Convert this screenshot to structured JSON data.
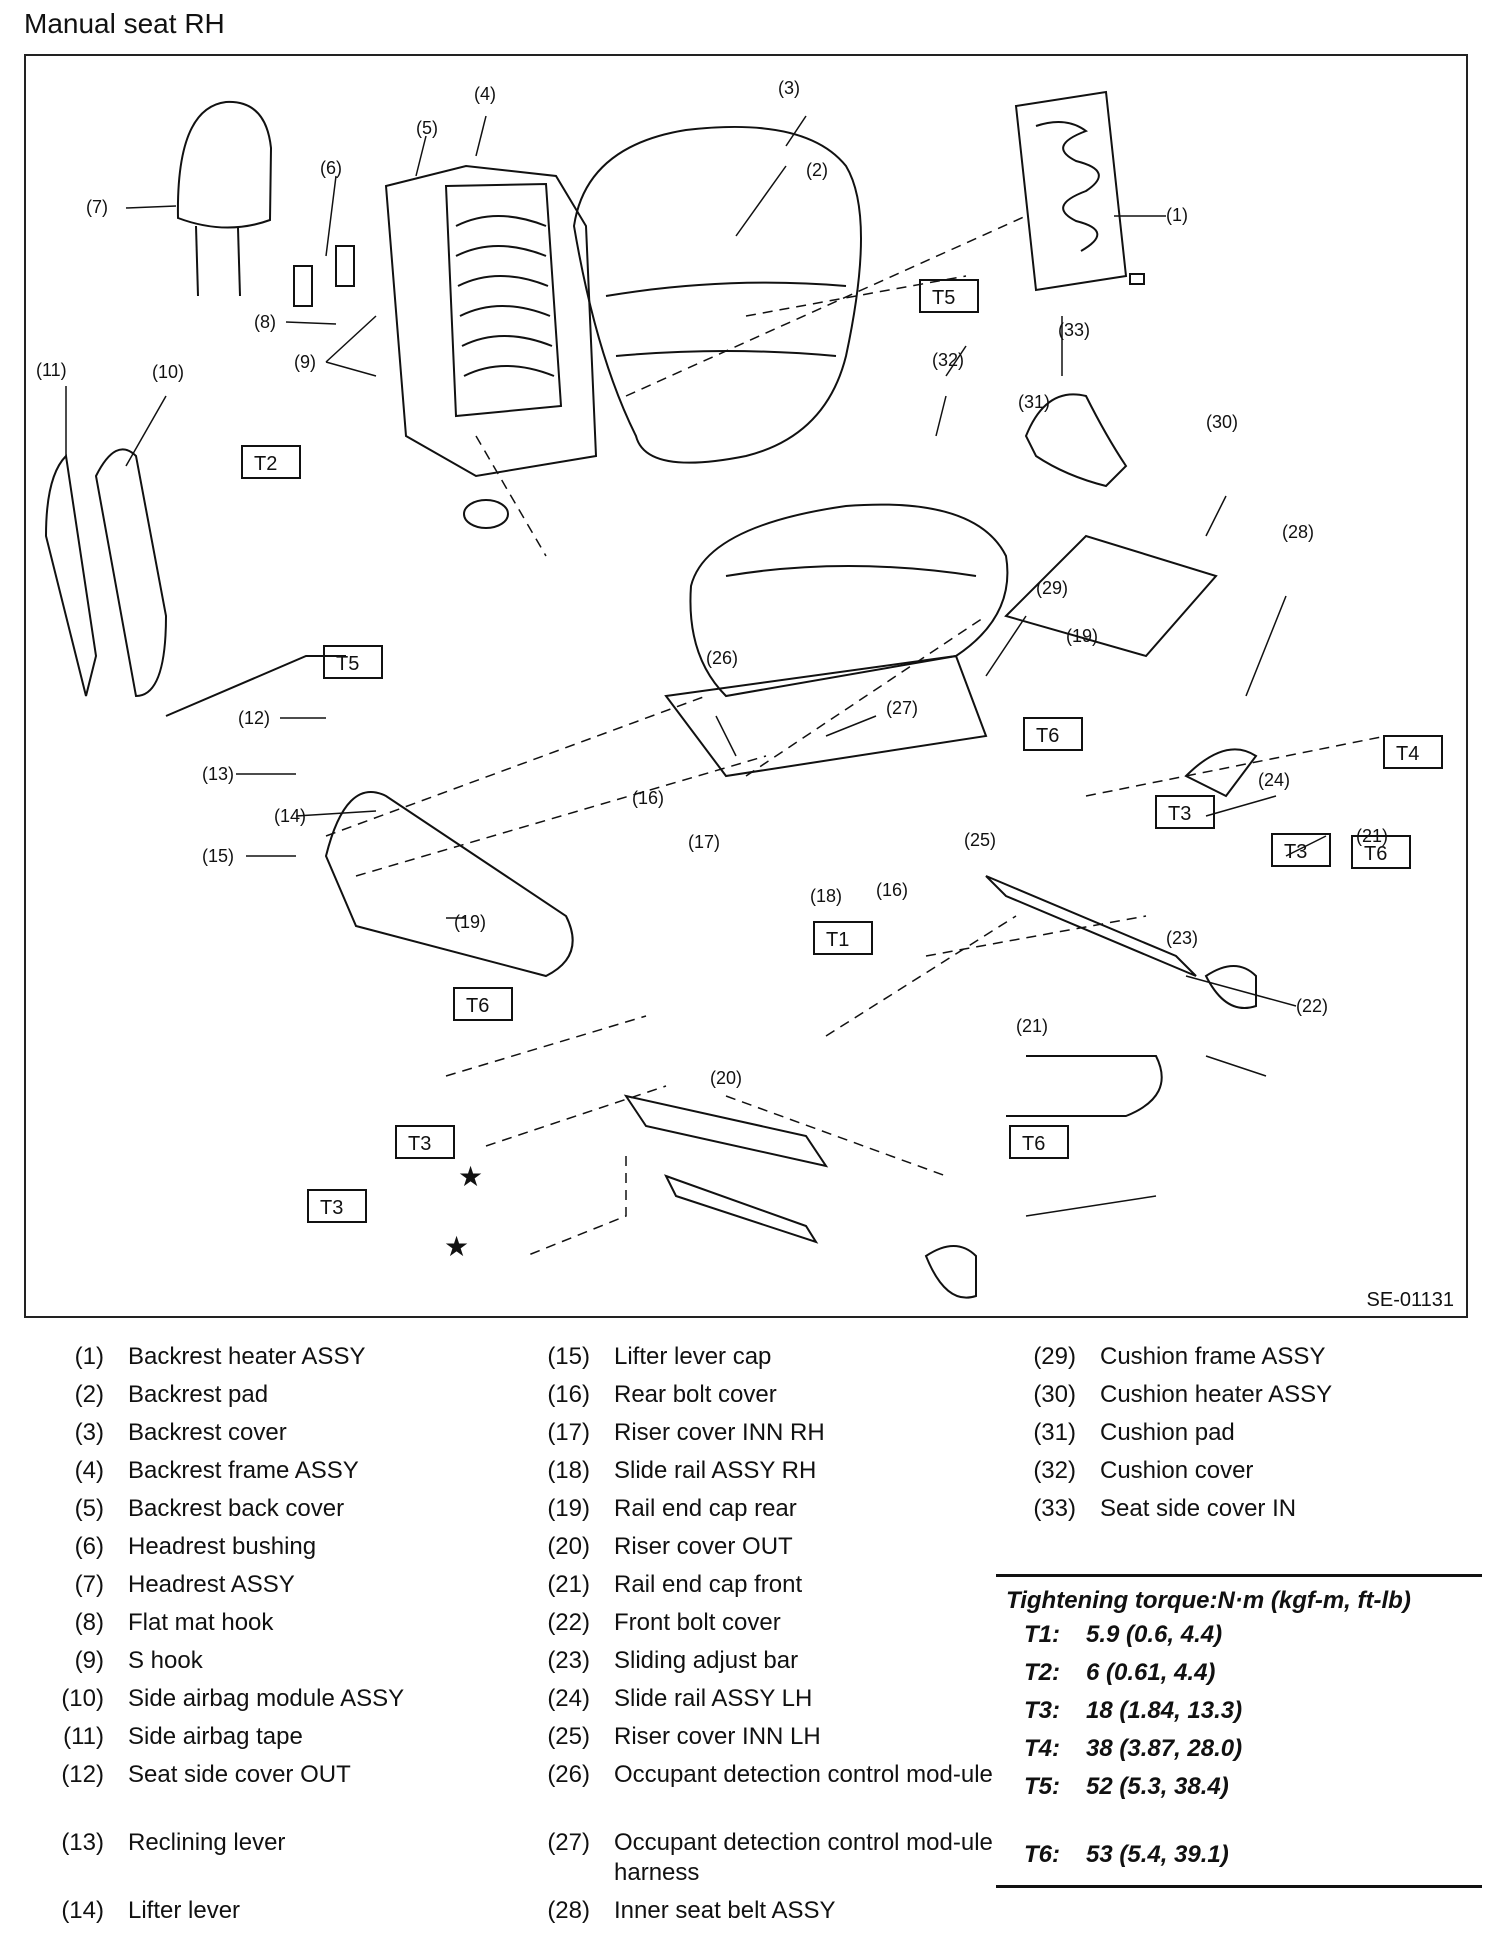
{
  "title": "Manual seat RH",
  "figure_code": "SE-01131",
  "callouts": [
    "(1)",
    "(2)",
    "(3)",
    "(4)",
    "(5)",
    "(6)",
    "(7)",
    "(8)",
    "(9)",
    "(10)",
    "(11)",
    "(12)",
    "(13)",
    "(14)",
    "(15)",
    "(16)",
    "(16)",
    "(17)",
    "(18)",
    "(19)",
    "(19)",
    "(20)",
    "(21)",
    "(21)",
    "(22)",
    "(23)",
    "(24)",
    "(25)",
    "(26)",
    "(27)",
    "(28)",
    "(29)",
    "(30)",
    "(31)",
    "(32)",
    "(33)"
  ],
  "torque_tags": [
    "T5",
    "T2",
    "T5",
    "T6",
    "T4",
    "T3",
    "T3",
    "T6",
    "T1",
    "T6",
    "T3",
    "T3",
    "T6"
  ],
  "parts_col1": [
    {
      "num": "(1)",
      "name": "Backrest heater ASSY"
    },
    {
      "num": "(2)",
      "name": "Backrest pad"
    },
    {
      "num": "(3)",
      "name": "Backrest cover"
    },
    {
      "num": "(4)",
      "name": "Backrest frame ASSY"
    },
    {
      "num": "(5)",
      "name": "Backrest back cover"
    },
    {
      "num": "(6)",
      "name": "Headrest bushing"
    },
    {
      "num": "(7)",
      "name": "Headrest ASSY"
    },
    {
      "num": "(8)",
      "name": "Flat mat hook"
    },
    {
      "num": "(9)",
      "name": "S hook"
    },
    {
      "num": "(10)",
      "name": "Side airbag module ASSY"
    },
    {
      "num": "(11)",
      "name": "Side airbag tape"
    },
    {
      "num": "(12)",
      "name": "Seat side cover OUT"
    },
    {
      "num": "(13)",
      "name": "Reclining lever"
    },
    {
      "num": "(14)",
      "name": "Lifter lever"
    }
  ],
  "parts_col2": [
    {
      "num": "(15)",
      "name": "Lifter lever cap"
    },
    {
      "num": "(16)",
      "name": "Rear bolt cover"
    },
    {
      "num": "(17)",
      "name": "Riser cover INN RH"
    },
    {
      "num": "(18)",
      "name": "Slide rail ASSY RH"
    },
    {
      "num": "(19)",
      "name": "Rail end cap rear"
    },
    {
      "num": "(20)",
      "name": "Riser cover OUT"
    },
    {
      "num": "(21)",
      "name": "Rail end cap front"
    },
    {
      "num": "(22)",
      "name": "Front bolt cover"
    },
    {
      "num": "(23)",
      "name": "Sliding adjust bar"
    },
    {
      "num": "(24)",
      "name": "Slide rail ASSY LH"
    },
    {
      "num": "(25)",
      "name": "Riser cover INN LH"
    },
    {
      "num": "(26)",
      "name": "Occupant detection control mod-ule"
    },
    {
      "num": "(27)",
      "name": "Occupant detection control mod-ule harness"
    },
    {
      "num": "(28)",
      "name": "Inner seat belt ASSY"
    }
  ],
  "parts_col3": [
    {
      "num": "(29)",
      "name": "Cushion frame ASSY"
    },
    {
      "num": "(30)",
      "name": "Cushion heater ASSY"
    },
    {
      "num": "(31)",
      "name": "Cushion pad"
    },
    {
      "num": "(32)",
      "name": "Cushion cover"
    },
    {
      "num": "(33)",
      "name": "Seat side cover IN"
    }
  ],
  "torque": {
    "heading": "Tightening torque:N·m (kgf-m, ft-lb)",
    "rows": [
      {
        "key": "T1:",
        "value": "5.9 (0.6, 4.4)"
      },
      {
        "key": "T2:",
        "value": "6 (0.61, 4.4)"
      },
      {
        "key": "T3:",
        "value": "18 (1.84, 13.3)"
      },
      {
        "key": "T4:",
        "value": "38 (3.87, 28.0)"
      },
      {
        "key": "T5:",
        "value": "52 (5.3, 38.4)"
      },
      {
        "key": "T6:",
        "value": "53 (5.4, 39.1)"
      }
    ]
  }
}
